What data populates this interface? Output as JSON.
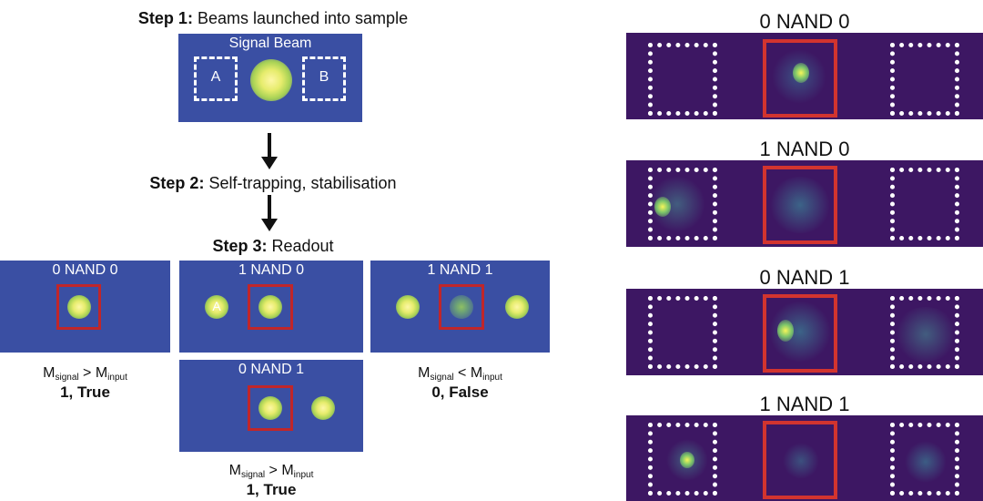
{
  "step1": {
    "bold": "Step 1:",
    "text": " Beams launched into sample"
  },
  "signal_panel": {
    "title": "Signal Beam",
    "box_a": "A",
    "box_b": "B"
  },
  "step2": {
    "bold": "Step 2:",
    "text": " Self-trapping, stabilisation"
  },
  "step3": {
    "bold": "Step 3:",
    "text": " Readout"
  },
  "readout": {
    "p00": {
      "title": "0 NAND 0"
    },
    "p10": {
      "title": "1 NAND 0",
      "beam_label": "A"
    },
    "p11": {
      "title": "1 NAND 1"
    },
    "p01": {
      "title": "0 NAND 1"
    }
  },
  "captions": {
    "c00": {
      "m": "M",
      "sig": "signal",
      "op": " > M",
      "inp": "input",
      "verdict": "1, True"
    },
    "c11": {
      "m": "M",
      "sig": "signal",
      "op": " < M",
      "inp": "input",
      "verdict": "0, False"
    },
    "c01": {
      "m": "M",
      "sig": "signal",
      "op": " > M",
      "inp": "input",
      "verdict": "1, True"
    }
  },
  "experimental": [
    {
      "title": "0 NAND 0"
    },
    {
      "title": "1 NAND 0"
    },
    {
      "title": "0 NAND 1"
    },
    {
      "title": "1 NAND 1"
    }
  ],
  "colors": {
    "sim_bg": "#3a4fa3",
    "exp_bg": "#3d1763",
    "red_box": "#c0262a",
    "beam": "#e6ec6c"
  }
}
